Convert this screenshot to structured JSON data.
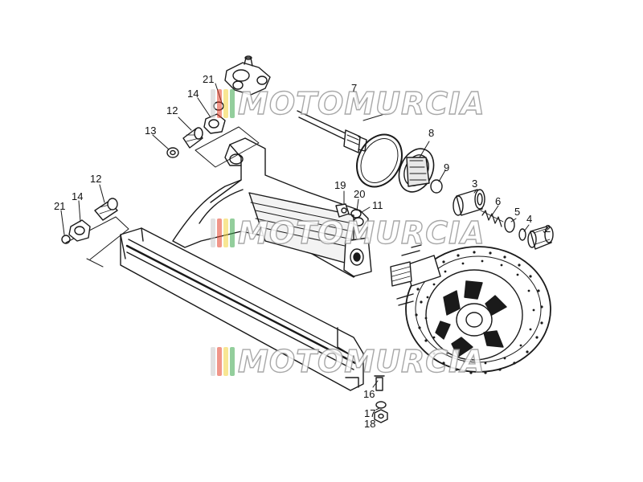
{
  "watermark": {
    "text": "MOTOMURCIA",
    "colors": [
      "#c8c8c8",
      "#e3402a",
      "#f2d23a",
      "#3aa64a"
    ]
  },
  "labels": {
    "l2": "2",
    "l3": "3",
    "l4": "4",
    "l5": "5",
    "l6": "6",
    "l7": "7",
    "l8": "8",
    "l9": "9",
    "l11": "11",
    "l12a": "12",
    "l12b": "12",
    "l13": "13",
    "l14a": "14",
    "l14b": "14",
    "l16": "16",
    "l17": "17",
    "l18": "18",
    "l19": "19",
    "l20": "20",
    "l21a": "21",
    "l21b": "21"
  }
}
